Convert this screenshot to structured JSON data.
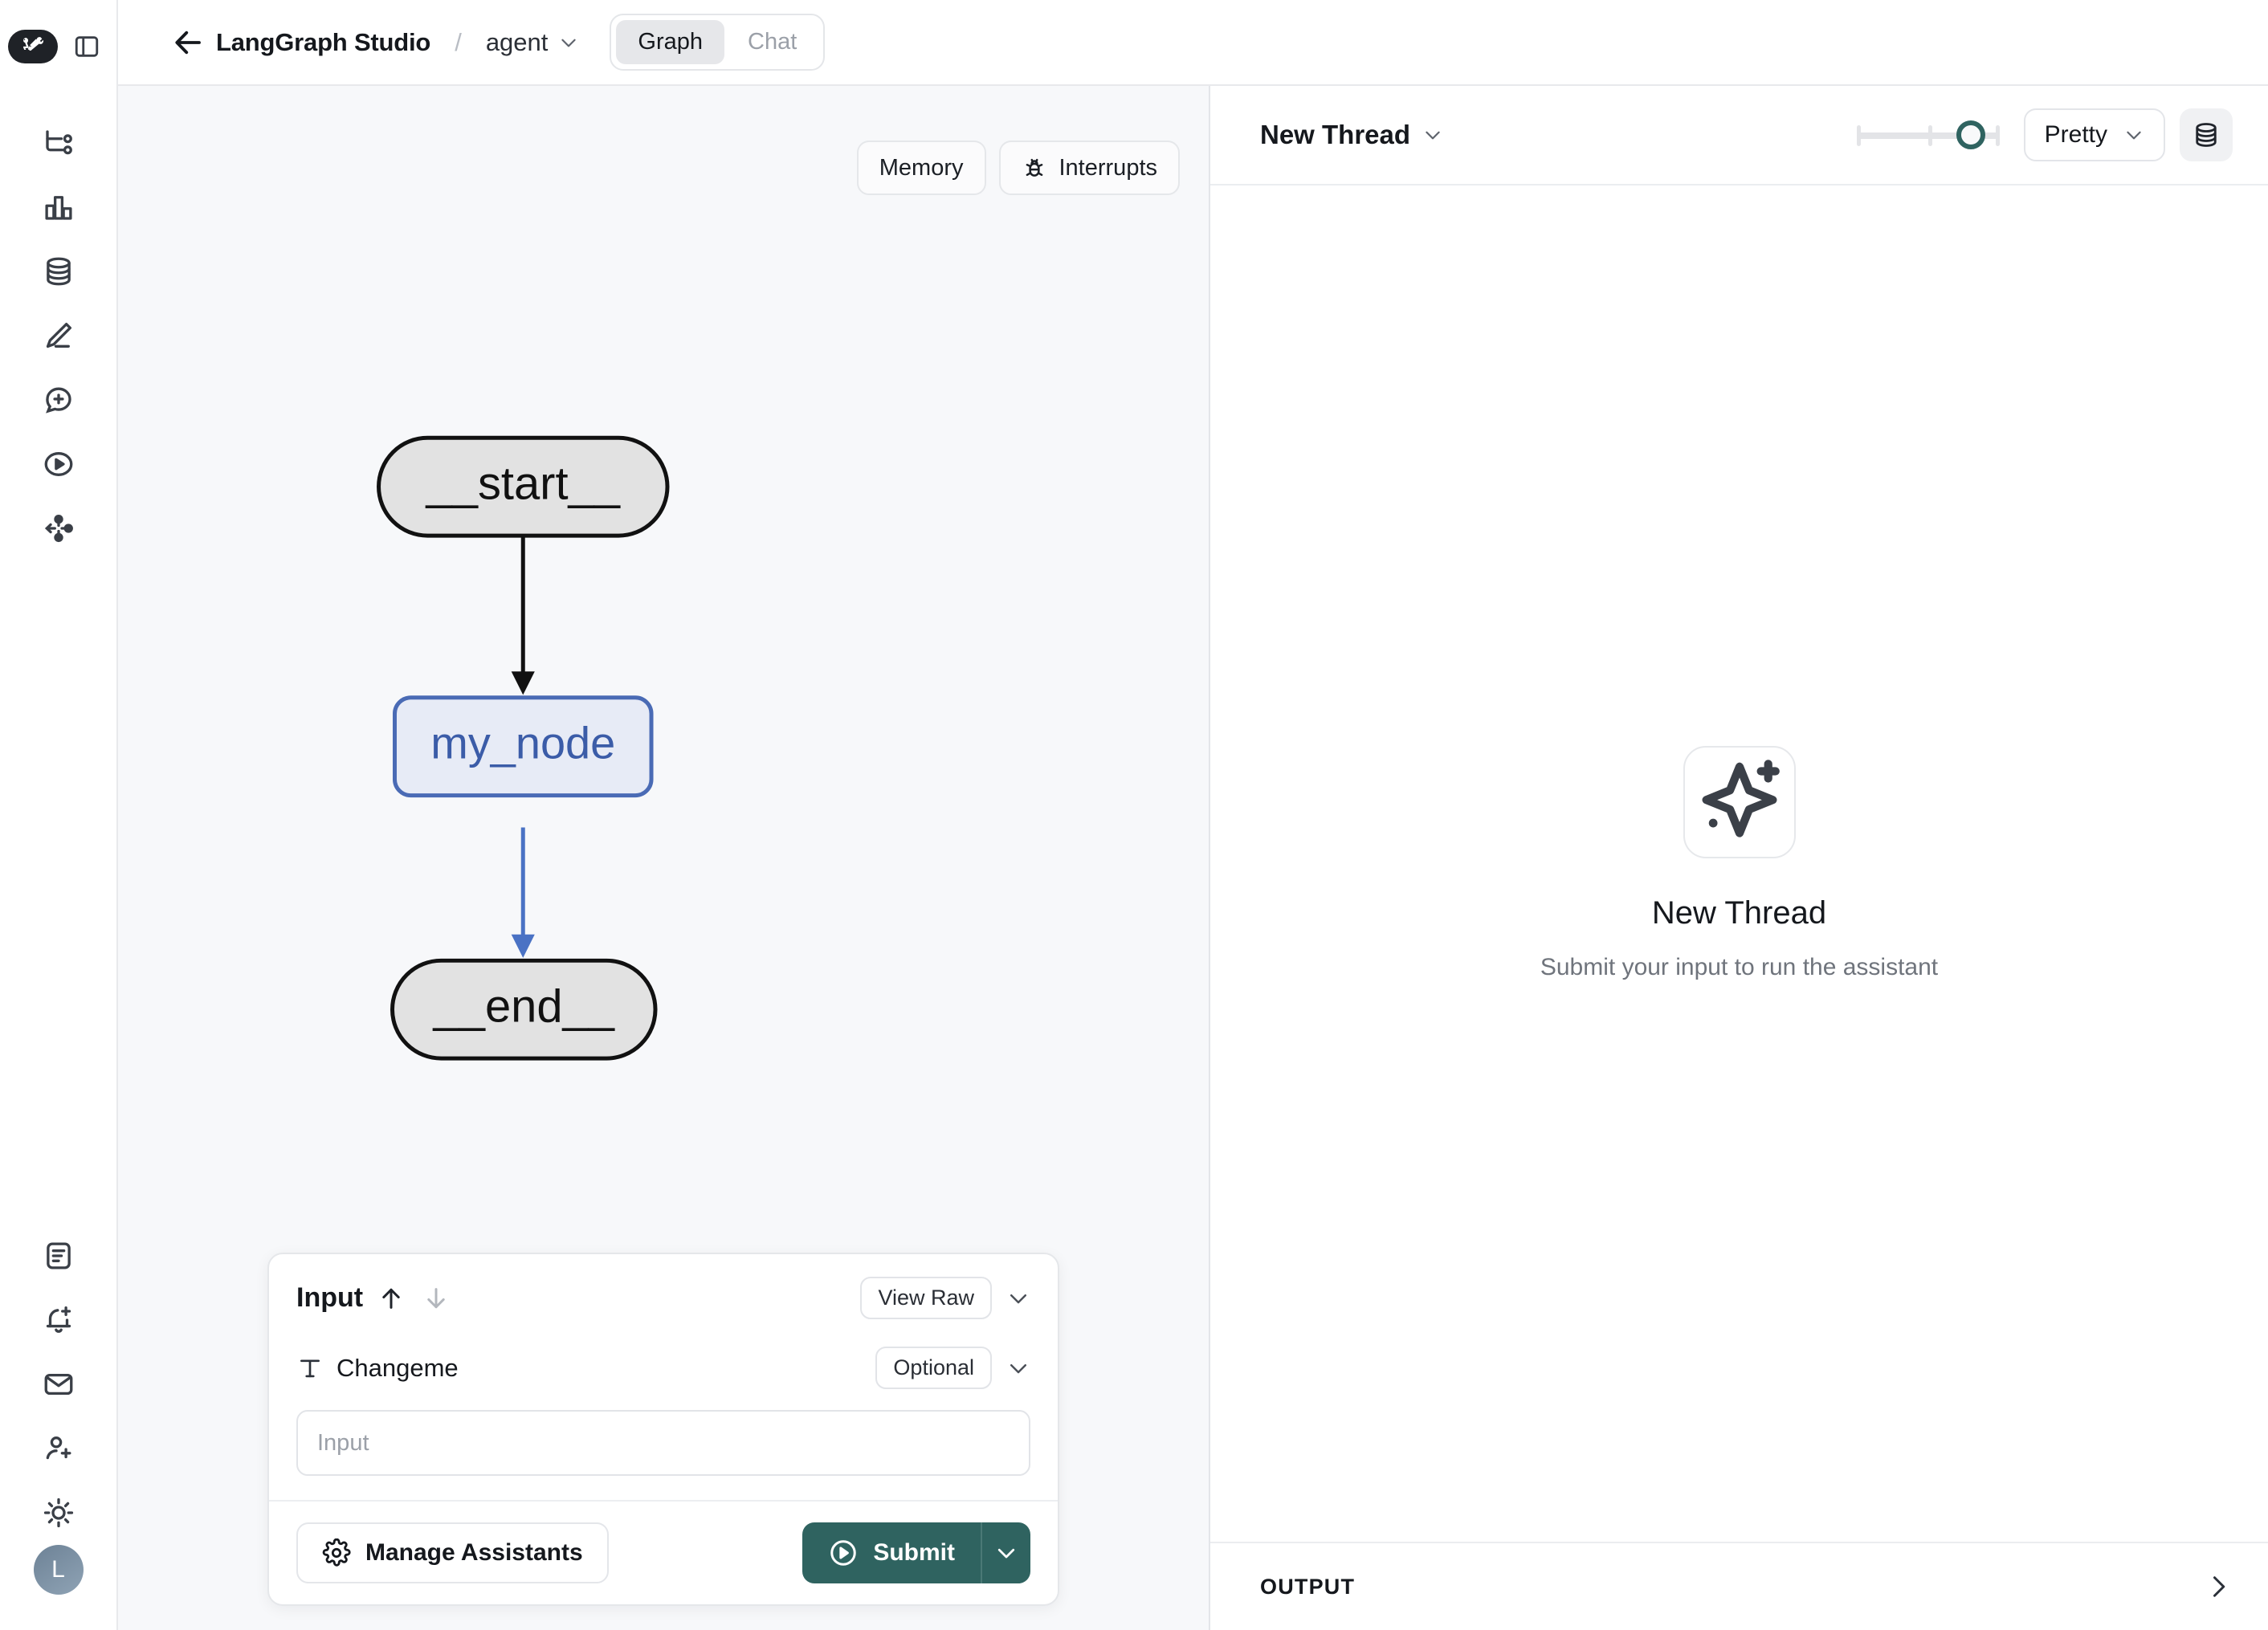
{
  "rail": {
    "logo_icon": "langchain-parrot-tools-logo",
    "panel_toggle_icon": "sidebar-toggle-icon",
    "top_items": [
      {
        "icon": "git-branch-icon",
        "name": "sidebar-item-graph"
      },
      {
        "icon": "bar-chart-icon",
        "name": "sidebar-item-analytics"
      },
      {
        "icon": "database-icon",
        "name": "sidebar-item-datasets"
      },
      {
        "icon": "pencil-icon",
        "name": "sidebar-item-annotate"
      },
      {
        "icon": "message-plus-icon",
        "name": "sidebar-item-prompts"
      },
      {
        "icon": "play-circle-icon",
        "name": "sidebar-item-playground"
      },
      {
        "icon": "share-nodes-icon",
        "name": "sidebar-item-deployments"
      }
    ],
    "bottom_items": [
      {
        "icon": "document-icon",
        "name": "sidebar-item-docs"
      },
      {
        "icon": "bell-plus-icon",
        "name": "sidebar-item-alerts"
      },
      {
        "icon": "envelope-icon",
        "name": "sidebar-item-inbox"
      },
      {
        "icon": "user-plus-icon",
        "name": "sidebar-item-invite"
      },
      {
        "icon": "sun-icon",
        "name": "sidebar-item-theme"
      }
    ],
    "avatar_initial": "L"
  },
  "topbar": {
    "back_icon": "arrow-left-icon",
    "brand": "LangGraph Studio",
    "separator": "/",
    "agent": "agent",
    "agent_chevron_icon": "chevron-down-icon",
    "tabs": [
      {
        "label": "Graph",
        "active": true
      },
      {
        "label": "Chat",
        "active": false
      }
    ]
  },
  "graph": {
    "toolbar": {
      "memory_label": "Memory",
      "interrupts_label": "Interrupts",
      "interrupts_icon": "bug-icon"
    },
    "nodes": [
      {
        "id": "start",
        "label": "__start__",
        "shape": "pill",
        "fill": "#e2e2e2",
        "stroke": "#111111",
        "text": "#111111"
      },
      {
        "id": "my_node",
        "label": "my_node",
        "shape": "rounded-rect",
        "fill": "#e7ebf6",
        "stroke": "#4a6bb5",
        "text": "#3b5ca8"
      },
      {
        "id": "end",
        "label": "__end__",
        "shape": "pill",
        "fill": "#e2e2e2",
        "stroke": "#111111",
        "text": "#111111"
      }
    ],
    "edges": [
      {
        "from": "start",
        "to": "my_node",
        "color": "#111111"
      },
      {
        "from": "my_node",
        "to": "end",
        "color": "#4a72c4"
      }
    ]
  },
  "input_panel": {
    "title": "Input",
    "sort_up_icon": "arrow-up-icon",
    "sort_down_icon": "arrow-down-icon",
    "view_raw_label": "View Raw",
    "collapse_icon": "chevron-down-icon",
    "field": {
      "type_icon": "text-type-icon",
      "label": "Changeme",
      "badge": "Optional",
      "badge_chevron_icon": "chevron-down-icon",
      "value": "",
      "placeholder": "Input"
    },
    "manage_assistants_label": "Manage Assistants",
    "manage_assistants_icon": "gear-icon",
    "submit_label": "Submit",
    "submit_icon": "play-circle-icon",
    "submit_caret_icon": "chevron-down-icon",
    "submit_color": "#2f6360"
  },
  "right_panel": {
    "thread_name": "New Thread",
    "thread_chevron_icon": "chevron-down-icon",
    "slider": {
      "name": "density-slider",
      "ticks": 3,
      "value_percent": 70,
      "accent": "#2f6360"
    },
    "format_select": "Pretty",
    "format_chevron_icon": "chevron-down-icon",
    "database_icon": "database-icon",
    "empty_state": {
      "icon": "sparkles-icon",
      "title": "New Thread",
      "subtitle": "Submit your input to run the assistant"
    },
    "output_label": "OUTPUT",
    "output_caret_icon": "chevron-right-icon"
  }
}
